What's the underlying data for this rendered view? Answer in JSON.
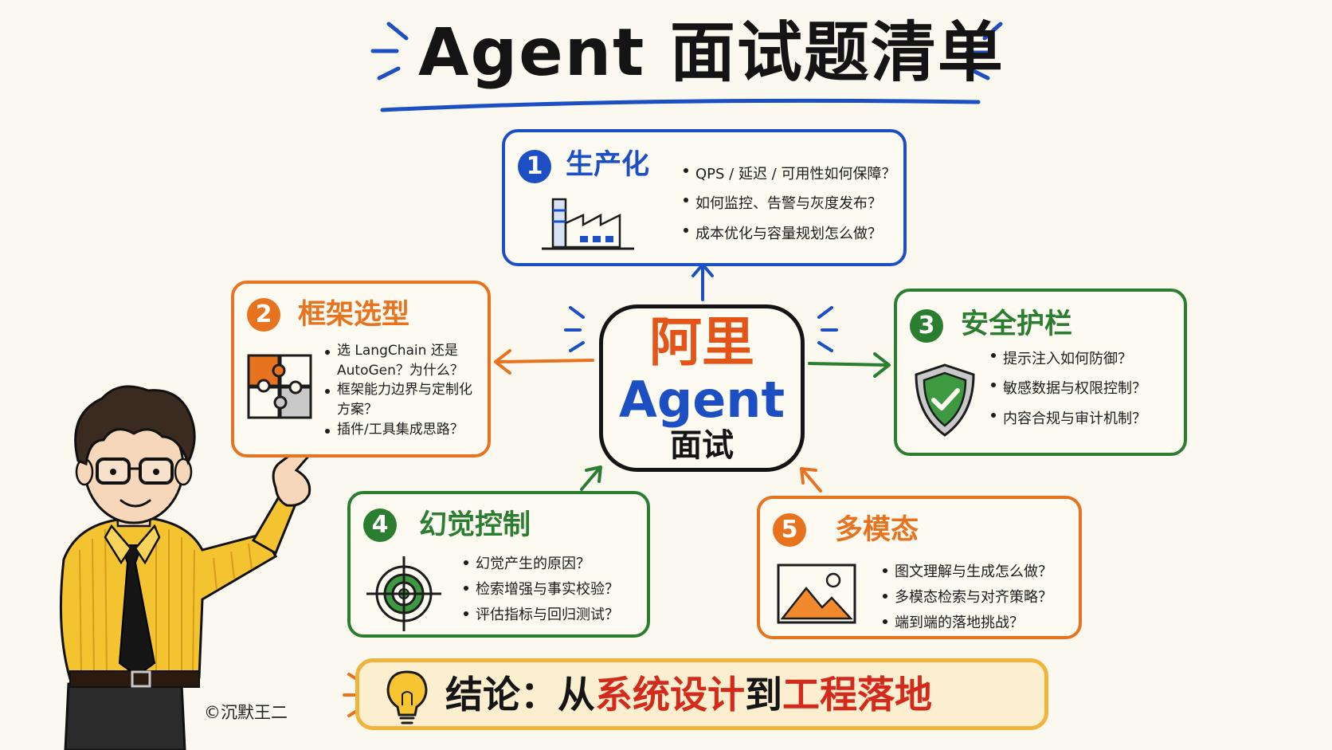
{
  "title": "Agent 面试题清单",
  "center": {
    "line1": "阿里",
    "line2": "Agent",
    "line3": "面试"
  },
  "cards": [
    {
      "number": "1",
      "title": "生产化",
      "color": "#1c4fc4",
      "icon": "factory-icon",
      "items": [
        "QPS / 延迟 / 可用性如何保障？",
        "如何监控、告警与灰度发布？",
        "成本优化与容量规划怎么做？"
      ]
    },
    {
      "number": "2",
      "title": "框架选型",
      "color": "#e8731f",
      "icon": "puzzle-icon",
      "items": [
        "选 LangChain 还是 AutoGen？为什么？",
        "框架能力边界与定制化方案？",
        "插件/工具集成思路？"
      ]
    },
    {
      "number": "3",
      "title": "安全护栏",
      "color": "#2b7d2f",
      "icon": "shield-check-icon",
      "items": [
        "提示注入如何防御？",
        "敏感数据与权限控制？",
        "内容合规与审计机制？"
      ]
    },
    {
      "number": "4",
      "title": "幻觉控制",
      "color": "#2b7d2f",
      "icon": "target-icon",
      "items": [
        "幻觉产生的原因？",
        "检索增强与事实校验？",
        "评估指标与回归测试？"
      ]
    },
    {
      "number": "5",
      "title": "多模态",
      "color": "#e8731f",
      "icon": "image-icon",
      "items": [
        "图文理解与生成怎么做？",
        "多模态检索与对齐策略？",
        "端到端的落地挑战？"
      ]
    }
  ],
  "conclusion": {
    "icon": "lightbulb-icon",
    "parts": [
      "结论：从",
      "系统设计",
      "到",
      "工程落地"
    ],
    "colors": {
      "dark": "#151515",
      "red": "#d42a1c",
      "border": "#f0b33c"
    }
  },
  "credit": "©沉默王二"
}
